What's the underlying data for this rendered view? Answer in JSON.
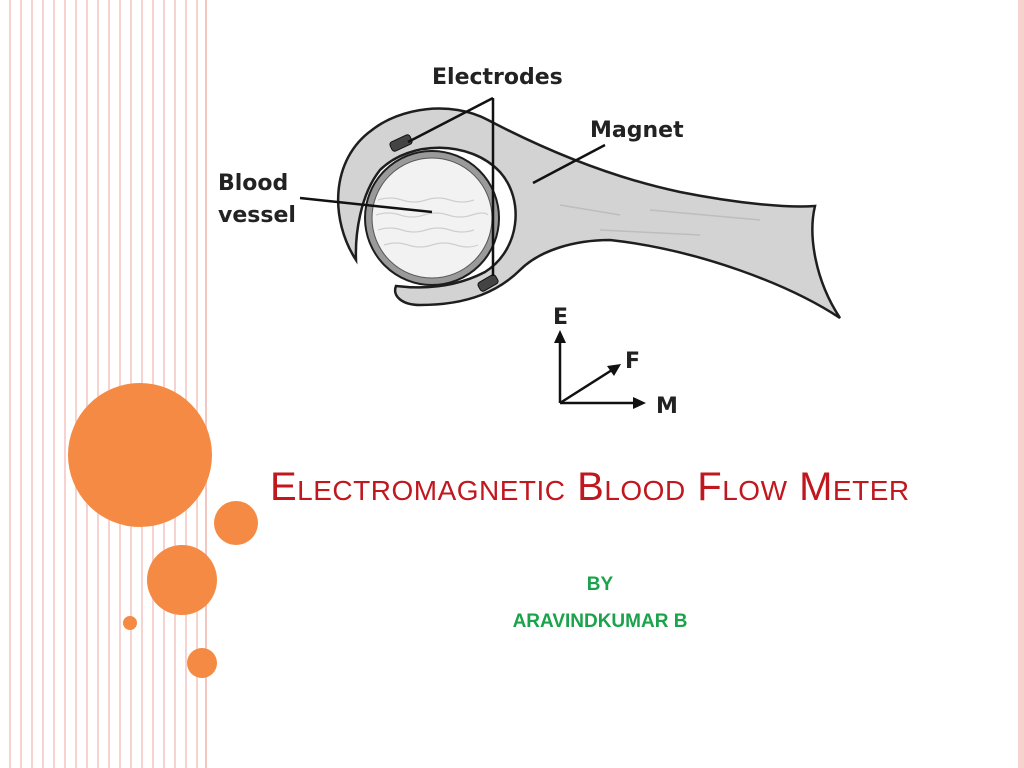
{
  "diagram": {
    "labels": {
      "electrodes": "Electrodes",
      "magnet": "Magnet",
      "blood": "Blood",
      "vessel": "vessel",
      "axis_e": "E",
      "axis_f": "F",
      "axis_m": "M"
    }
  },
  "title": "Electromagnetic Blood Flow Meter",
  "byline": {
    "by": "BY",
    "author": "ARAVINDKUMAR B"
  },
  "colors": {
    "title": "#c0181f",
    "byline": "#1aa34a",
    "accent_dots": "#f58a44",
    "stripes": "#f6d3cf"
  }
}
